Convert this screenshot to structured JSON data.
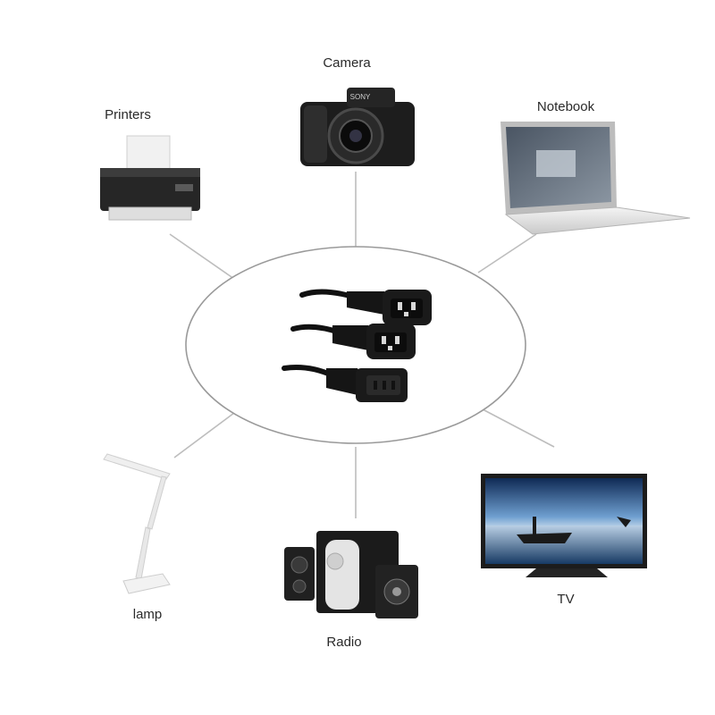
{
  "devices": {
    "printers": "Printers",
    "camera": "Camera",
    "notebook": "Notebook",
    "lamp": "lamp",
    "radio": "Radio",
    "tv": "TV"
  },
  "camera_brand": "SONY"
}
